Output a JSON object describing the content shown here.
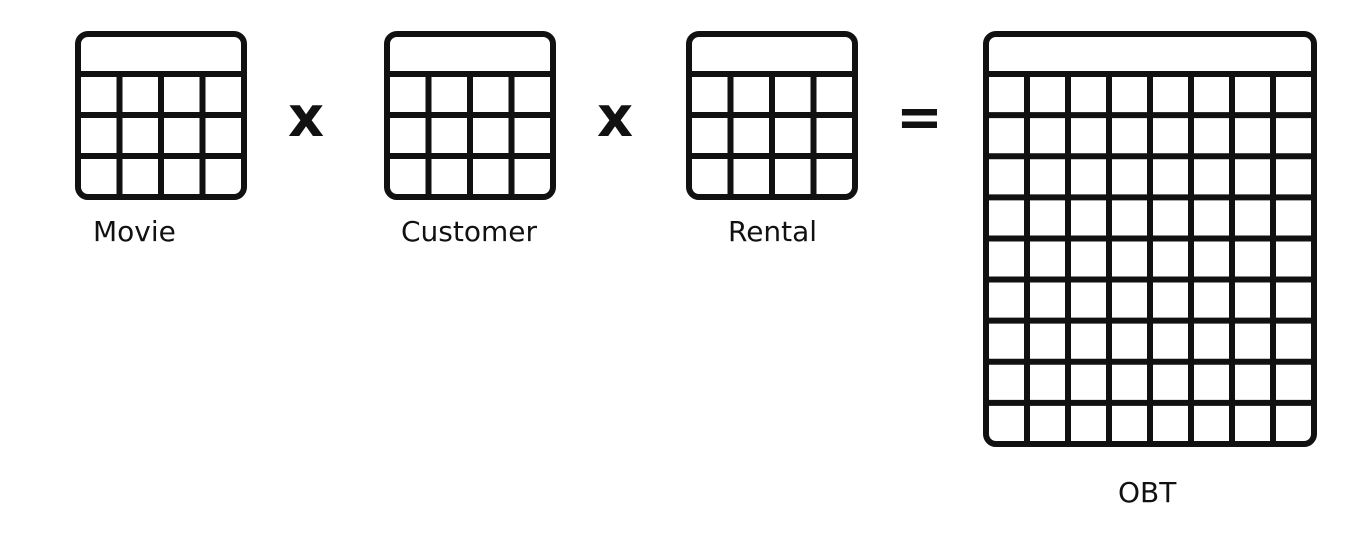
{
  "tables": [
    {
      "label": "Movie",
      "columns": 4,
      "body_rows": 3
    },
    {
      "label": "Customer",
      "columns": 4,
      "body_rows": 3
    },
    {
      "label": "Rental",
      "columns": 4,
      "body_rows": 3
    },
    {
      "label": "OBT",
      "columns": 8,
      "body_rows": 9
    }
  ],
  "operators": [
    "x",
    "x",
    "="
  ],
  "colors": {
    "stroke": "#111111",
    "background": "#ffffff"
  }
}
